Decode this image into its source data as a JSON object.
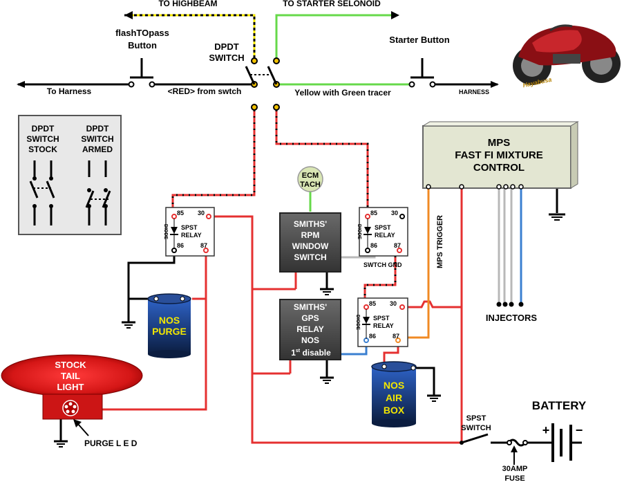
{
  "labels": {
    "to_highbeam": "TO HIGHBEAM",
    "to_starter": "TO STARTER SELONOID",
    "flash_line1": "flashTOpass",
    "flash_line2": "Button",
    "dpdt_line1": "DPDT",
    "dpdt_line2": "SWITCH",
    "starter_button": "Starter Button",
    "to_harness": "To Harness",
    "red_from_switch": "<RED> from swtch",
    "yellow_green": "Yellow with Green tracer",
    "harness_right": "HARNESS",
    "mps_trigger": "MPS TRIGGER",
    "swtch_gnd": "SWTCH GND",
    "injectors": "INJECTORS",
    "purge_led": "PURGE  L E D",
    "spst_switch_1": "SPST",
    "spst_switch_2": "SWITCH",
    "battery": "BATTERY",
    "fuse_1": "30AMP",
    "fuse_2": "FUSE",
    "logo": "Hayabusa"
  },
  "legend": {
    "stock_1": "DPDT",
    "stock_2": "SWITCH",
    "stock_3": "STOCK",
    "armed_1": "DPDT",
    "armed_2": "SWITCH",
    "armed_3": "ARMED"
  },
  "mps": {
    "line1": "MPS",
    "line2": "FAST FI MIXTURE",
    "line3": "CONTROL"
  },
  "ecm": {
    "line1": "ECM",
    "line2": "TACH"
  },
  "rpm_switch": {
    "line1": "SMITHS'",
    "line2": "RPM",
    "line3": "WINDOW",
    "line4": "SWITCH"
  },
  "gps_relay": {
    "line1": "SMITHS'",
    "line2": "GPS",
    "line3": "RELAY",
    "line4": "NOS",
    "line5_sup": "st",
    "line5_pre": "1",
    "line5_post": " disable"
  },
  "relay": {
    "pin85": "85",
    "pin30": "30",
    "pin86": "86",
    "pin87": "87",
    "type1": "SPST",
    "type2": "RELAY",
    "diode": "DIODE"
  },
  "nos_purge": {
    "line1": "NOS",
    "line2": "PURGE"
  },
  "nos_airbox": {
    "line1": "NOS",
    "line2": "AIR",
    "line3": "BOX"
  },
  "tail_light": {
    "line1": "STOCK",
    "line2": "TAIL",
    "line3": "LIGHT"
  },
  "battery_signs": {
    "plus": "+",
    "minus": "−"
  },
  "colors": {
    "red_wire": "#e53030",
    "yellow_wire": "#f2e600",
    "green_wire": "#66d94a",
    "orange_wire": "#f08a24",
    "blue_wire": "#3a7fd0",
    "gray_wire": "#b8b8b8",
    "mps_box": "#e3e6d2",
    "smiths_box": "#555555",
    "legend_bg": "#e8e8e8",
    "ecm_fill": "#d9e6b4",
    "can_fill": "#1a3f8a",
    "can_text": "#f2e600"
  }
}
